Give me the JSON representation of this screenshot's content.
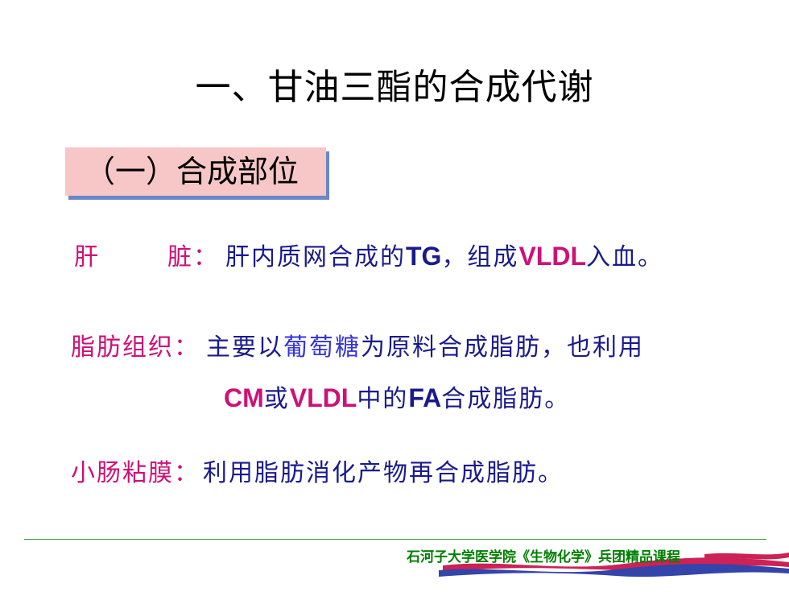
{
  "title": "一、甘油三酯的合成代谢",
  "section": "（一）合成部位",
  "rows": {
    "liver": {
      "label_a": "肝",
      "label_b": "脏：",
      "t1": "肝内质网合成的",
      "en1": "TG",
      "t2": "，组成",
      "en2": "VLDL",
      "t3": "入血。"
    },
    "adipose": {
      "label": "脂肪组织：",
      "t1": "主要以",
      "hl": "葡萄糖",
      "t2": "为原料合成脂肪，也利用",
      "en1": "CM",
      "t3": "或",
      "en2": "VLDL",
      "t4": "中的",
      "en3": "FA",
      "t5": "合成脂肪。"
    },
    "intestine": {
      "label": "小肠粘膜：",
      "t1": "利用脂肪消化产物再合成脂肪。"
    }
  },
  "footer": "石河子大学医学院《生物化学》兵团精品课程",
  "colors": {
    "label": "#cc1177",
    "body": "#1a1a8c",
    "highlight": "#3333dd",
    "footer": "#008000",
    "section_bg": "#f7c7c7",
    "section_shadow": "#6a86c8"
  }
}
